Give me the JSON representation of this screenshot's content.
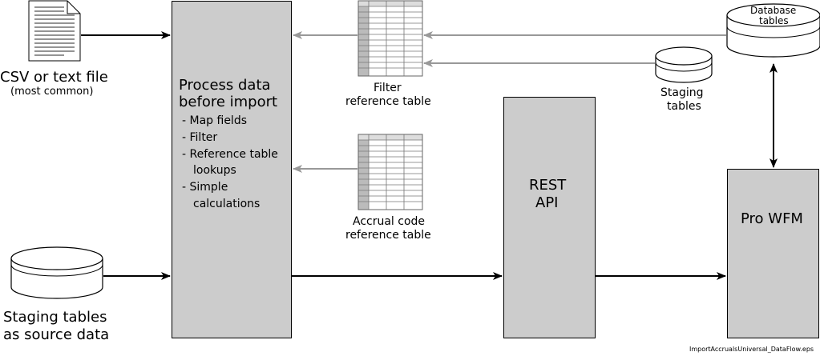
{
  "csv_file": {
    "label": "CSV or text file",
    "sublabel": "(most common)"
  },
  "staging_source": {
    "label_line1": "Staging tables",
    "label_line2": "as source data"
  },
  "process": {
    "title_line1": "Process data",
    "title_line2": "before import",
    "steps": [
      "- Map fields",
      "- Filter",
      "- Reference table",
      "lookups",
      "- Simple",
      "calculations"
    ]
  },
  "filter_table": {
    "label_line1": "Filter",
    "label_line2": "reference table"
  },
  "accrual_table": {
    "label_line1": "Accrual code",
    "label_line2": "reference table"
  },
  "rest_api": {
    "label_line1": "REST",
    "label_line2": "API"
  },
  "pro_wfm": {
    "label": "Pro WFM"
  },
  "database_tables": {
    "label_line1": "Database",
    "label_line2": "tables"
  },
  "staging_tables": {
    "label_line1": "Staging",
    "label_line2": "tables"
  },
  "footer": {
    "filename": "ImportAccrualsUniversal_DataFlow.eps"
  },
  "colors": {
    "box_fill": "#cccccc",
    "black_arrow": "#000000",
    "gray_arrow": "#999999"
  }
}
